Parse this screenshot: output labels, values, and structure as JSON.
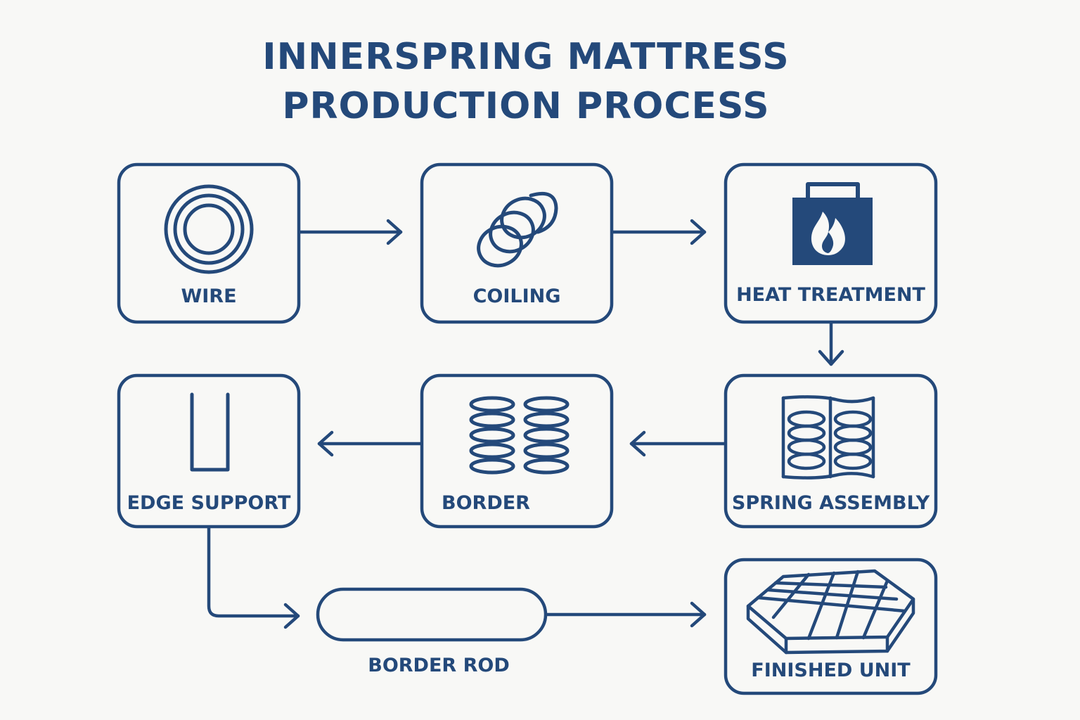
{
  "title": {
    "line1": "INNERSPRING MATTRESS",
    "line2": "PRODUCTION PROCESS"
  },
  "steps": [
    {
      "label": "WIRE",
      "icon": "wire-coil-icon"
    },
    {
      "label": "COILING",
      "icon": "coil-spring-icon"
    },
    {
      "label": "HEAT TREATMENT",
      "icon": "flame-furnace-icon"
    },
    {
      "label": "SPRING ASSEMBLY",
      "icon": "spring-assembly-icon"
    },
    {
      "label": "BORDER",
      "icon": "spring-pair-icon"
    },
    {
      "label": "EDGE SUPPORT",
      "icon": "u-channel-icon"
    },
    {
      "label": "BORDER ROD",
      "icon": "rod-icon"
    },
    {
      "label": "FINISHED UNIT",
      "icon": "mattress-icon"
    }
  ],
  "colors": {
    "stroke": "#24497a",
    "background": "#f8f8f6"
  }
}
